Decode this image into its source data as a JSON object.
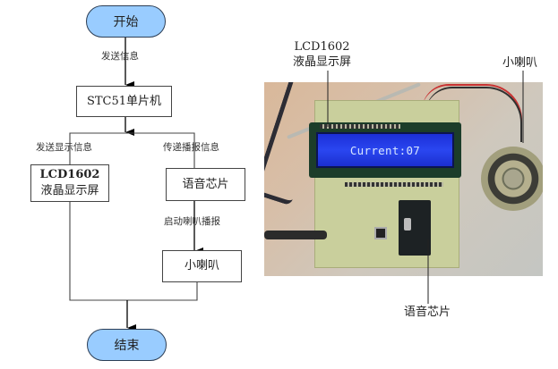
{
  "flowchart": {
    "start": "开始",
    "end": "结束",
    "nodes": {
      "mcu": "STC51单片机",
      "lcd_line1": "LCD1602",
      "lcd_line2": "液晶显示屏",
      "voice_chip": "语音芯片",
      "speaker": "小喇叭"
    },
    "edge_labels": {
      "start_to_mcu": "发送信息",
      "mcu_to_lcd": "发送显示信息",
      "mcu_to_voice": "传递播报信息",
      "voice_to_speaker": "启动喇叭播报"
    },
    "colors": {
      "terminal_fill": "#99ccff",
      "terminal_border": "#2c3e55",
      "line": "#000000"
    }
  },
  "photo": {
    "lcd_display_text": "Current:07",
    "callouts": {
      "lcd_line1": "LCD1602",
      "lcd_line2": "液晶显示屏",
      "speaker": "小喇叭",
      "voice_chip": "语音芯片"
    },
    "colors": {
      "lcd_backlight": "#2a46f0",
      "pcb": "#c9cf9c"
    }
  }
}
